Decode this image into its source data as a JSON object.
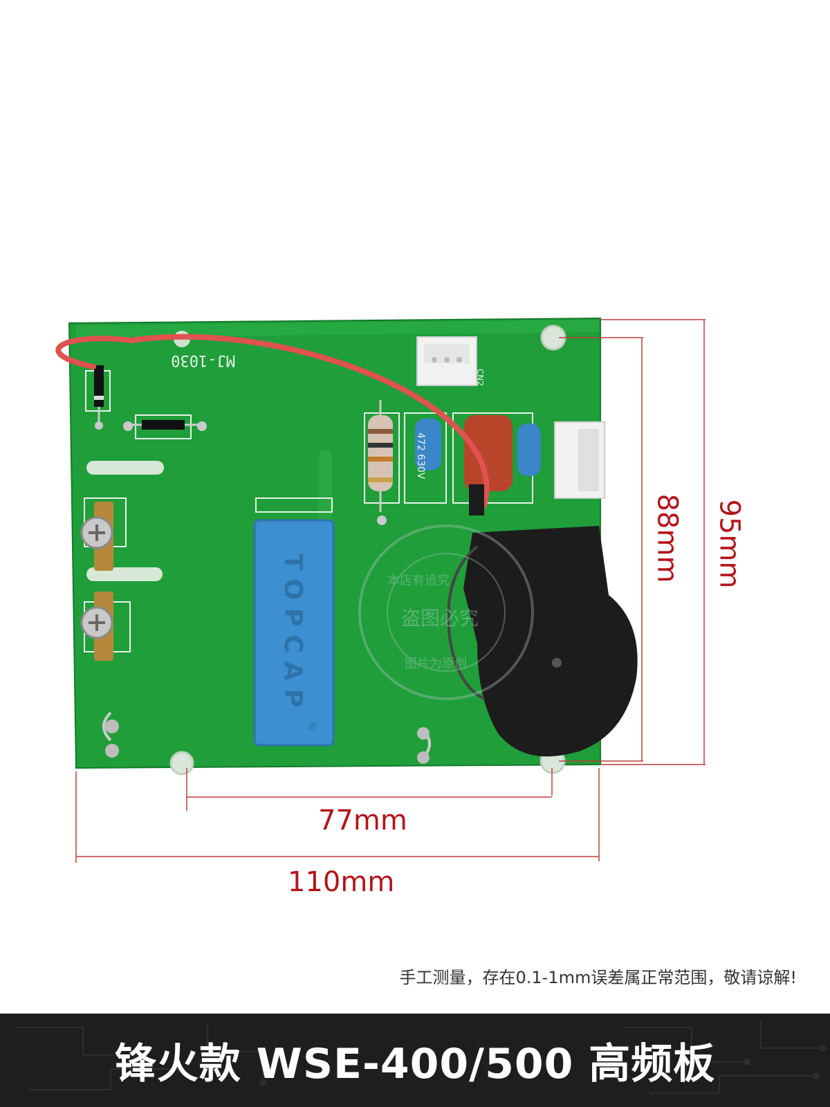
{
  "board": {
    "silkscreen_model": "MJ-1030",
    "connector_label": "CN2",
    "capacitor_label": "472 630V",
    "big_capacitor_brand": "TOPCAP",
    "registered_mark": "®"
  },
  "watermark": {
    "outer_text": "本店有追究",
    "center_text": "盗图必究",
    "bottom_text": "图片为原创"
  },
  "dimensions": {
    "inner_height_label": "88mm",
    "outer_height_label": "95mm",
    "inner_width_label": "77mm",
    "outer_width_label": "110mm"
  },
  "disclaimer": "手工测量，存在0.1-1mm误差属正常范围，敬请谅解!",
  "footer": {
    "title": "锋火款 WSE-400/500 高频板"
  },
  "colors": {
    "pcb_green": "#1f9e3a",
    "dimension_red": "#b3141a",
    "footer_bg": "#1e1e1e",
    "capacitor_blue": "#3a86c8",
    "wire_red": "#e0524f"
  }
}
